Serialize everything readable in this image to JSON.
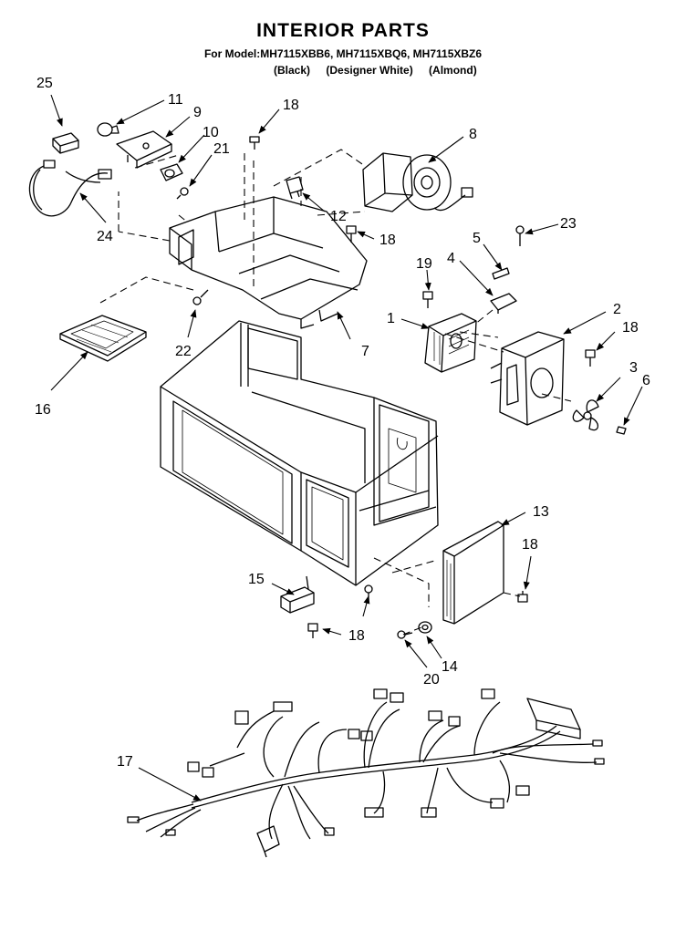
{
  "header": {
    "title": "INTERIOR PARTS",
    "model_line": "For Model:MH7115XBB6, MH7115XBQ6, MH7115XBZ6",
    "colors": [
      "(Black)",
      "(Designer White)",
      "(Almond)"
    ]
  },
  "callouts": [
    {
      "id": "c25",
      "label": "25"
    },
    {
      "id": "c11",
      "label": "11"
    },
    {
      "id": "c9",
      "label": "9"
    },
    {
      "id": "c10",
      "label": "10"
    },
    {
      "id": "c21",
      "label": "21"
    },
    {
      "id": "c18a",
      "label": "18"
    },
    {
      "id": "c8",
      "label": "8"
    },
    {
      "id": "c12",
      "label": "12"
    },
    {
      "id": "c24",
      "label": "24"
    },
    {
      "id": "c18b",
      "label": "18"
    },
    {
      "id": "c23",
      "label": "23"
    },
    {
      "id": "c5",
      "label": "5"
    },
    {
      "id": "c4",
      "label": "4"
    },
    {
      "id": "c19",
      "label": "19"
    },
    {
      "id": "c1",
      "label": "1"
    },
    {
      "id": "c2",
      "label": "2"
    },
    {
      "id": "c18c",
      "label": "18"
    },
    {
      "id": "c22",
      "label": "22"
    },
    {
      "id": "c7",
      "label": "7"
    },
    {
      "id": "c3",
      "label": "3"
    },
    {
      "id": "c6",
      "label": "6"
    },
    {
      "id": "c16",
      "label": "16"
    },
    {
      "id": "c13",
      "label": "13"
    },
    {
      "id": "c18d",
      "label": "18"
    },
    {
      "id": "c15",
      "label": "15"
    },
    {
      "id": "c18e",
      "label": "18"
    },
    {
      "id": "c14",
      "label": "14"
    },
    {
      "id": "c20",
      "label": "20"
    },
    {
      "id": "c17",
      "label": "17"
    }
  ]
}
